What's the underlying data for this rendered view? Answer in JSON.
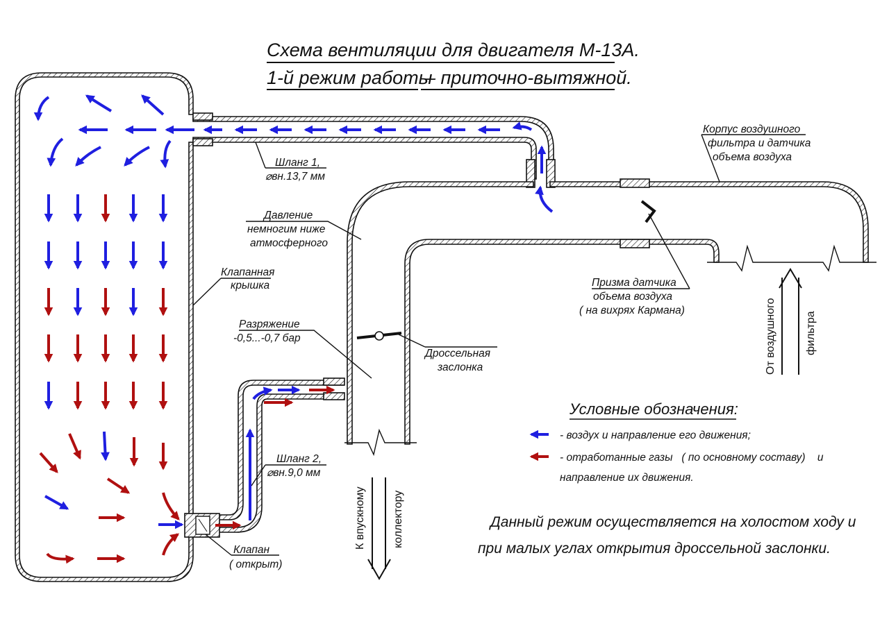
{
  "title": {
    "line1": "Схема вентиляции для двигателя М-13А.",
    "line2_part1": "1-й режим работы",
    "line2_part2": "– приточно-вытяжной."
  },
  "callouts": {
    "filter_housing": [
      "Корпус воздушного",
      "фильтра и датчика",
      "объема воздуха"
    ],
    "hose1": [
      "Шланг 1,",
      "⌀вн.13,7 мм"
    ],
    "pressure": [
      "Давление",
      "немногим ниже",
      "атмосферного"
    ],
    "valve_cover": [
      "Клапанная",
      "крышка"
    ],
    "vacuum": [
      "Разряжение",
      "-0,5...-0,7 бар"
    ],
    "throttle": [
      "Дроссельная",
      "заслонка"
    ],
    "sensor_prism": [
      "Призма датчика",
      "объема воздуха",
      "( на вихрях Кармана)"
    ],
    "hose2": [
      "Шланг 2,",
      "⌀вн.9,0 мм"
    ],
    "valve": [
      "Клапан",
      "( открыт)"
    ]
  },
  "flow_labels": {
    "from_filter": [
      "От воздушного",
      "фильтра"
    ],
    "to_intake": [
      "К впускному",
      "коллектору"
    ]
  },
  "legend": {
    "title": "Условные обозначения:",
    "items": [
      {
        "color": "#1f1fe0",
        "text": "- воздух и направление его движения;"
      },
      {
        "color": "#b01010",
        "text": "- отработанные газы   ( по основному составу)    и"
      }
    ],
    "continuation": "направление их движения."
  },
  "note": {
    "line1": "Данный режим осуществляется на холостом ходу и",
    "line2": "при малых углах открытия дроссельной заслонки."
  },
  "colors": {
    "air": "#1f1fe0",
    "exhaust": "#b01010",
    "outline": "#111111"
  }
}
